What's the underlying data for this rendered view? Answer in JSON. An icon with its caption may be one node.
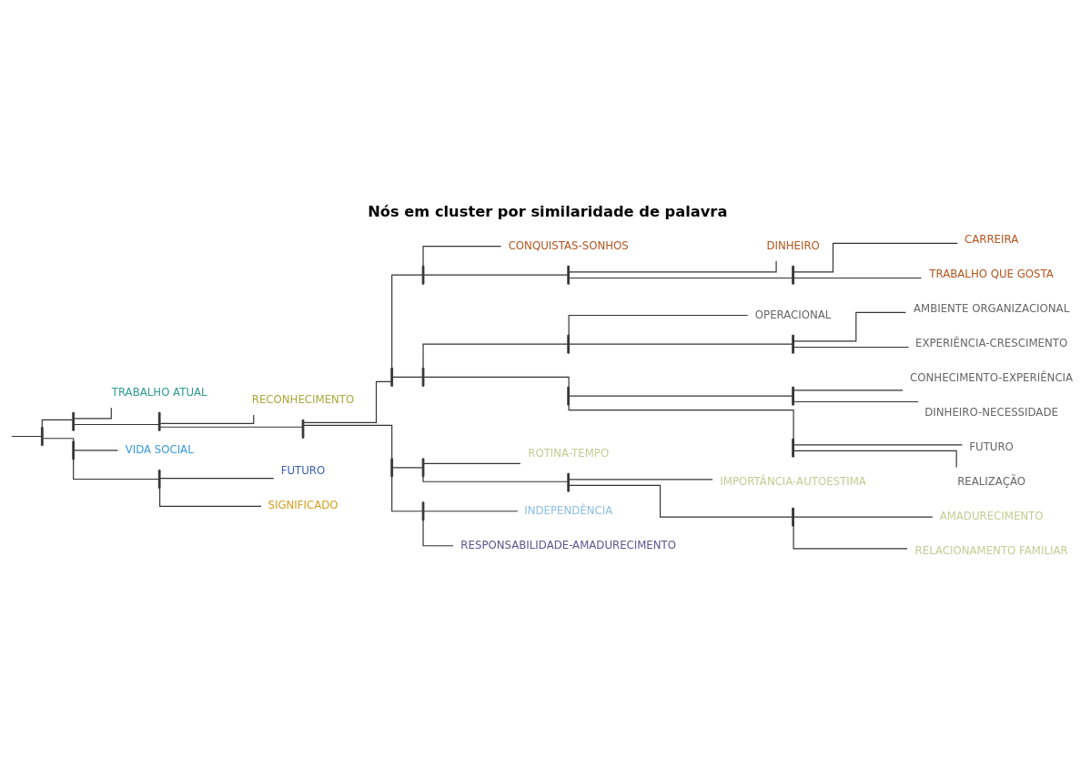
{
  "diagram": {
    "title": "Nós em cluster por similaridade de palavra",
    "nodes": [
      {
        "text": [],
        "shape": "bar"
      },
      {
        "text": [],
        "shape": "bar"
      },
      {
        "text": [
          "TRABALHO ATUAL"
        ]
      },
      {
        "text": [],
        "shape": "bar"
      },
      {
        "text": [
          "RECONHECIMENTO"
        ]
      },
      {
        "text": [],
        "shape": "bar"
      },
      {
        "text": [],
        "shape": "bar"
      },
      {
        "text": [],
        "shape": "bar"
      },
      {
        "text": [
          "CONQUISTAS-SONHOS"
        ]
      },
      {
        "text": [],
        "shape": "bar"
      },
      {
        "text": [
          "DINHEIRO"
        ]
      },
      {
        "text": [],
        "shape": "bar"
      },
      {
        "text": [
          "CARREIRA"
        ]
      },
      {
        "text": [
          "TRABALHO QUE GOSTA"
        ]
      },
      {
        "text": [],
        "shape": "bar"
      },
      {
        "text": [],
        "shape": "bar"
      },
      {
        "text": [
          "OPERACIONAL"
        ]
      },
      {
        "text": [],
        "shape": "bar"
      },
      {
        "text": [
          "AMBIENTE ORGANIZACIONAL"
        ]
      },
      {
        "text": [
          "EXPERIÊNCIA-CRESCIMENTO"
        ]
      },
      {
        "text": [],
        "shape": "bar"
      },
      {
        "text": [],
        "shape": "bar"
      },
      {
        "text": [
          "CONHECIMENTO-EXPERIÊNCIA"
        ]
      },
      {
        "text": [
          "DINHEIRO-NECESSIDADE"
        ]
      },
      {
        "text": [],
        "shape": "bar"
      },
      {
        "text": [
          "FUTURO"
        ]
      },
      {
        "text": [
          "REALIZAÇÃO"
        ]
      },
      {
        "text": [],
        "shape": "bar"
      },
      {
        "text": [],
        "shape": "bar"
      },
      {
        "text": [
          "ROTINA-TEMPO"
        ]
      },
      {
        "text": [],
        "shape": "bar"
      },
      {
        "text": [
          "IMPORTÂNCIA-AUTOESTIMA"
        ]
      },
      {
        "text": [],
        "shape": "bar"
      },
      {
        "text": [
          "AMADURECIMENTO"
        ]
      },
      {
        "text": [
          "RELACIONAMENTO FAMILIAR"
        ]
      },
      {
        "text": [],
        "shape": "bar"
      },
      {
        "text": [
          "INDEPENDÊNCIA"
        ]
      },
      {
        "text": [
          "RESPONSABILIDADE-AMADURECIMENTO"
        ]
      },
      {
        "text": [],
        "shape": "bar"
      },
      {
        "text": [
          "VIDA SOCIAL"
        ]
      },
      {
        "text": [],
        "shape": "bar"
      },
      {
        "text": [
          "FUTURO"
        ]
      },
      {
        "text": [
          "SIGNIFICADO"
        ]
      }
    ],
    "edges": [
      {
        "from": null,
        "to": 0,
        "arrow": "none"
      },
      {
        "from": 0,
        "to": 1,
        "arrow": "none"
      },
      {
        "from": 0,
        "to": 38,
        "arrow": "none"
      },
      {
        "from": 1,
        "to": 2,
        "arrow": "none"
      },
      {
        "from": 1,
        "to": 3,
        "arrow": "none"
      },
      {
        "from": 3,
        "to": 4,
        "arrow": "none"
      },
      {
        "from": 3,
        "to": 5,
        "arrow": "none"
      },
      {
        "from": 5,
        "to": 6,
        "arrow": "none"
      },
      {
        "from": 5,
        "to": 27,
        "arrow": "none"
      },
      {
        "from": 6,
        "to": 7,
        "arrow": "none"
      },
      {
        "from": 6,
        "to": 14,
        "arrow": "none"
      },
      {
        "from": 7,
        "to": 8,
        "arrow": "none"
      },
      {
        "from": 7,
        "to": 9,
        "arrow": "none"
      },
      {
        "from": 9,
        "to": 10,
        "arrow": "none"
      },
      {
        "from": 9,
        "to": 11,
        "arrow": "none"
      },
      {
        "from": 11,
        "to": 12,
        "arrow": "none"
      },
      {
        "from": 11,
        "to": 13,
        "arrow": "none"
      },
      {
        "from": 14,
        "to": 15,
        "arrow": "none"
      },
      {
        "from": 14,
        "to": 20,
        "arrow": "none"
      },
      {
        "from": 15,
        "to": 16,
        "arrow": "none"
      },
      {
        "from": 15,
        "to": 17,
        "arrow": "none"
      },
      {
        "from": 17,
        "to": 18,
        "arrow": "none"
      },
      {
        "from": 17,
        "to": 19,
        "arrow": "none"
      },
      {
        "from": 20,
        "to": 21,
        "arrow": "none"
      },
      {
        "from": 20,
        "to": 24,
        "arrow": "none"
      },
      {
        "from": 21,
        "to": 22,
        "arrow": "none"
      },
      {
        "from": 21,
        "to": 23,
        "arrow": "none"
      },
      {
        "from": 24,
        "to": 25,
        "arrow": "none"
      },
      {
        "from": 24,
        "to": 26,
        "arrow": "none"
      },
      {
        "from": 27,
        "to": 28,
        "arrow": "none"
      },
      {
        "from": 27,
        "to": 35,
        "arrow": "none"
      },
      {
        "from": 28,
        "to": 29,
        "arrow": "none"
      },
      {
        "from": 28,
        "to": 30,
        "arrow": "none"
      },
      {
        "from": 30,
        "to": 31,
        "arrow": "none"
      },
      {
        "from": 30,
        "to": 32,
        "arrow": "none"
      },
      {
        "from": 32,
        "to": 33,
        "arrow": "none"
      },
      {
        "from": 32,
        "to": 34,
        "arrow": "none"
      },
      {
        "from": 35,
        "to": 36,
        "arrow": "none"
      },
      {
        "from": 35,
        "to": 37,
        "arrow": "none"
      },
      {
        "from": 38,
        "to": 39,
        "arrow": "none"
      },
      {
        "from": 38,
        "to": 40,
        "arrow": "none"
      },
      {
        "from": 40,
        "to": 41,
        "arrow": "none"
      },
      {
        "from": 40,
        "to": 42,
        "arrow": "none"
      }
    ]
  }
}
